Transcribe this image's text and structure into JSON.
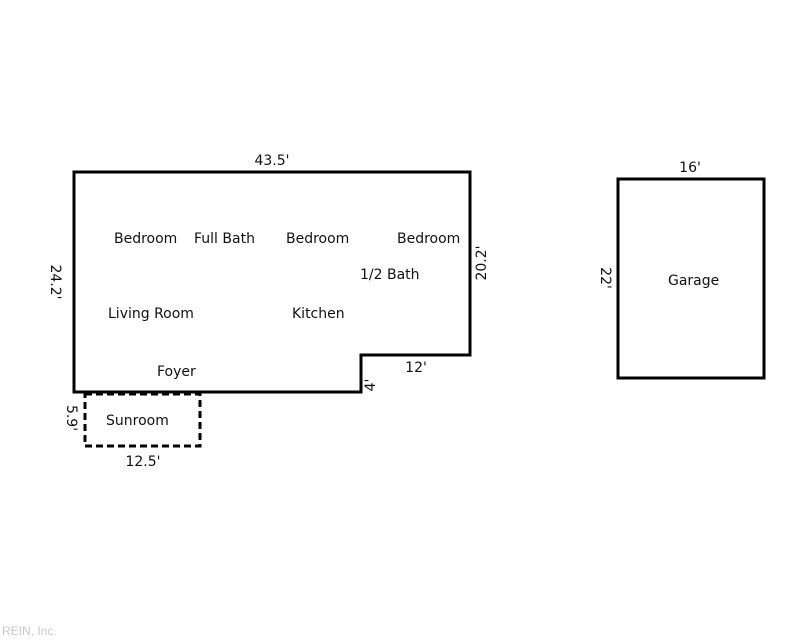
{
  "main_house": {
    "rooms": {
      "bedroom_1": "Bedroom",
      "full_bath": "Full Bath",
      "bedroom_2": "Bedroom",
      "bedroom_3": "Bedroom",
      "half_bath": "1/2 Bath",
      "living_room": "Living Room",
      "kitchen": "Kitchen",
      "foyer": "Foyer"
    },
    "dimensions": {
      "top_width": "43.5'",
      "left_height": "24.2'",
      "right_height": "20.2'",
      "notch_width": "12'",
      "notch_depth": "4'"
    }
  },
  "sunroom": {
    "label": "Sunroom",
    "width": "12.5'",
    "depth": "5.9'"
  },
  "garage": {
    "label": "Garage",
    "width": "16'",
    "depth": "22'"
  },
  "watermark": "REIN, Inc."
}
